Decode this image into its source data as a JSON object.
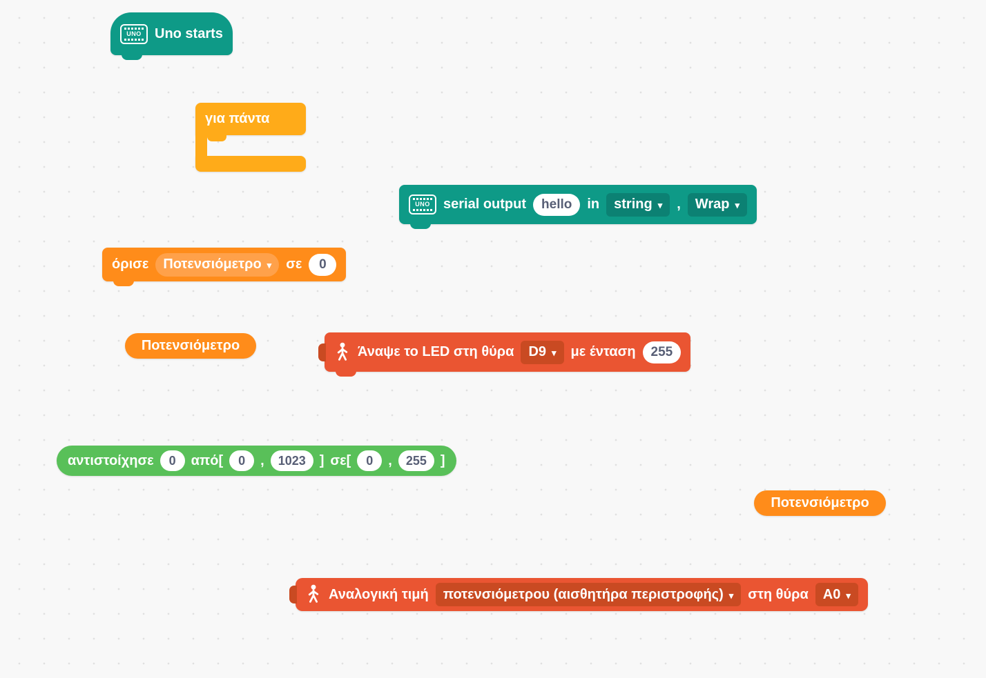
{
  "icons": {
    "caret": "▾",
    "uno_label": "UNO"
  },
  "palette": {
    "teal": "#0e9a87",
    "tealDark": "#0c8173",
    "controlOrange": "#ffab19",
    "variableOrange": "#ff8c1a",
    "variableOrangeLight": "#ffa14a",
    "actionRed": "#ea5532",
    "actionRedDark": "#c94a22",
    "operatorGreen": "#59c059",
    "fieldText": "#575e75",
    "canvasBg": "#f8f8f8",
    "canvasDot": "#e0e0e0"
  },
  "blocks": {
    "uno_starts": {
      "label": "Uno starts"
    },
    "forever": {
      "label": "για πάντα"
    },
    "serial_output": {
      "label_serial": "serial output",
      "value": "hello",
      "label_in": "in",
      "type_dropdown": "string",
      "comma": ",",
      "wrap_dropdown": "Wrap"
    },
    "set_variable": {
      "label_set": "όρισε",
      "variable": "Ποτενσιόμετρο",
      "label_to": "σε",
      "value": "0"
    },
    "variable_pill_left": {
      "label": "Ποτενσιόμετρο"
    },
    "variable_pill_right": {
      "label": "Ποτενσιόμετρο"
    },
    "led_on": {
      "label_main": "Άναψε το LED στη θύρα",
      "port": "D9",
      "label_intensity": "με ένταση",
      "value": "255"
    },
    "map_value": {
      "label_map": "αντιστοίχησε",
      "value": "0",
      "label_from": "από[",
      "from_low": "0",
      "comma_1": ",",
      "from_high": "1023",
      "bracket_1": "]",
      "label_to": "σε[",
      "to_low": "0",
      "comma_2": ",",
      "to_high": "255",
      "bracket_2": "]"
    },
    "analog_value": {
      "label_main": "Αναλογική τιμή",
      "sensor_dropdown": "ποτενσιόμετρου (αισθητήρα περιστροφής)",
      "label_port": "στη θύρα",
      "port": "A0"
    }
  }
}
